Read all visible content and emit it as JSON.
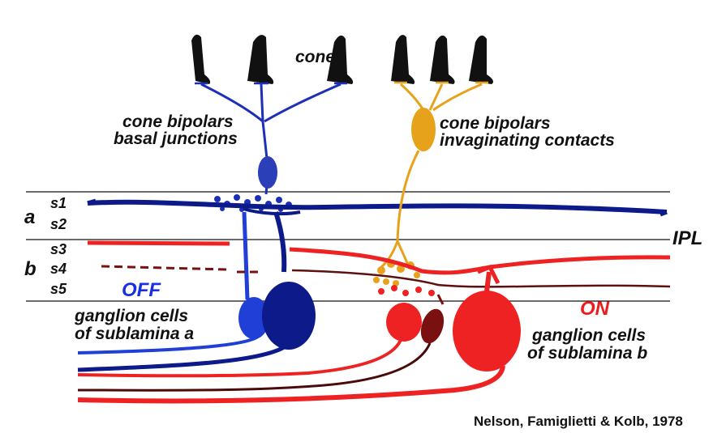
{
  "labels": {
    "cones": "cones",
    "left_bipolar_line1": "cone bipolars",
    "left_bipolar_line2": "basal junctions",
    "right_bipolar_line1": "cone bipolars",
    "right_bipolar_line2": "invaginating contacts",
    "sublamina_a": "a",
    "sublamina_b": "b",
    "s1": "s1",
    "s2": "s2",
    "s3": "s3",
    "s4": "s4",
    "s5": "s5",
    "ipl": "IPL",
    "off": "OFF",
    "off_line1": "ganglion cells",
    "off_line2": "of sublamina a",
    "on": "ON",
    "on_line1": "ganglion cells",
    "on_line2": "of sublamina b",
    "credit": "Nelson, Famiglietti & Kolb, 1978"
  },
  "colors": {
    "cone": "#111111",
    "off_bipolar": "#1d2fb5",
    "off_ganglion_light": "#1f3fd6",
    "off_ganglion_dark": "#0c1a8a",
    "on_bipolar": "#e7a21c",
    "on_ganglion": "#ee2222",
    "on_ganglion_dark": "#7a1010",
    "off_text": "#1a2fe0",
    "on_text": "#ee1c1c"
  }
}
